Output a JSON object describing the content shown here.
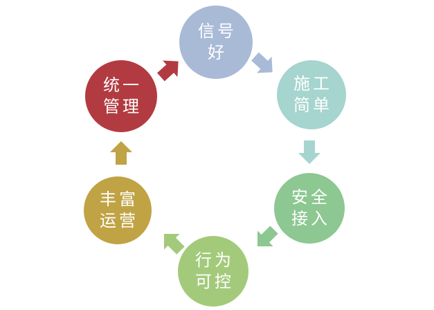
{
  "diagram": {
    "type": "cycle",
    "background_color": "#ffffff",
    "text_color": "#ffffff",
    "nodes": [
      {
        "id": "signal",
        "label": "信号好",
        "line1": "信号",
        "line2": "好",
        "color": "#a9bad7"
      },
      {
        "id": "construction",
        "label": "施工简单",
        "line1": "施工",
        "line2": "简单",
        "color": "#a6d4ce"
      },
      {
        "id": "access",
        "label": "安全接入",
        "line1": "安全",
        "line2": "接入",
        "color": "#8dc791"
      },
      {
        "id": "behavior",
        "label": "行为可控",
        "line1": "行为",
        "line2": "可控",
        "color": "#a3ca7b"
      },
      {
        "id": "operation",
        "label": "丰富运营",
        "line1": "丰富",
        "line2": "运营",
        "color": "#c0a344"
      },
      {
        "id": "management",
        "label": "统一管理",
        "line1": "统一",
        "line2": "管理",
        "color": "#b23b41"
      }
    ],
    "arrows": [
      {
        "from": "signal",
        "to": "construction",
        "direction": "down-right",
        "color": "#a9bad7"
      },
      {
        "from": "construction",
        "to": "access",
        "direction": "down",
        "color": "#a6d4ce"
      },
      {
        "from": "access",
        "to": "behavior",
        "direction": "down-left",
        "color": "#8dc791"
      },
      {
        "from": "behavior",
        "to": "operation",
        "direction": "up-left",
        "color": "#a3ca7b"
      },
      {
        "from": "operation",
        "to": "management",
        "direction": "up",
        "color": "#c0a344"
      },
      {
        "from": "management",
        "to": "signal",
        "direction": "up-right",
        "color": "#b23b41"
      }
    ]
  }
}
